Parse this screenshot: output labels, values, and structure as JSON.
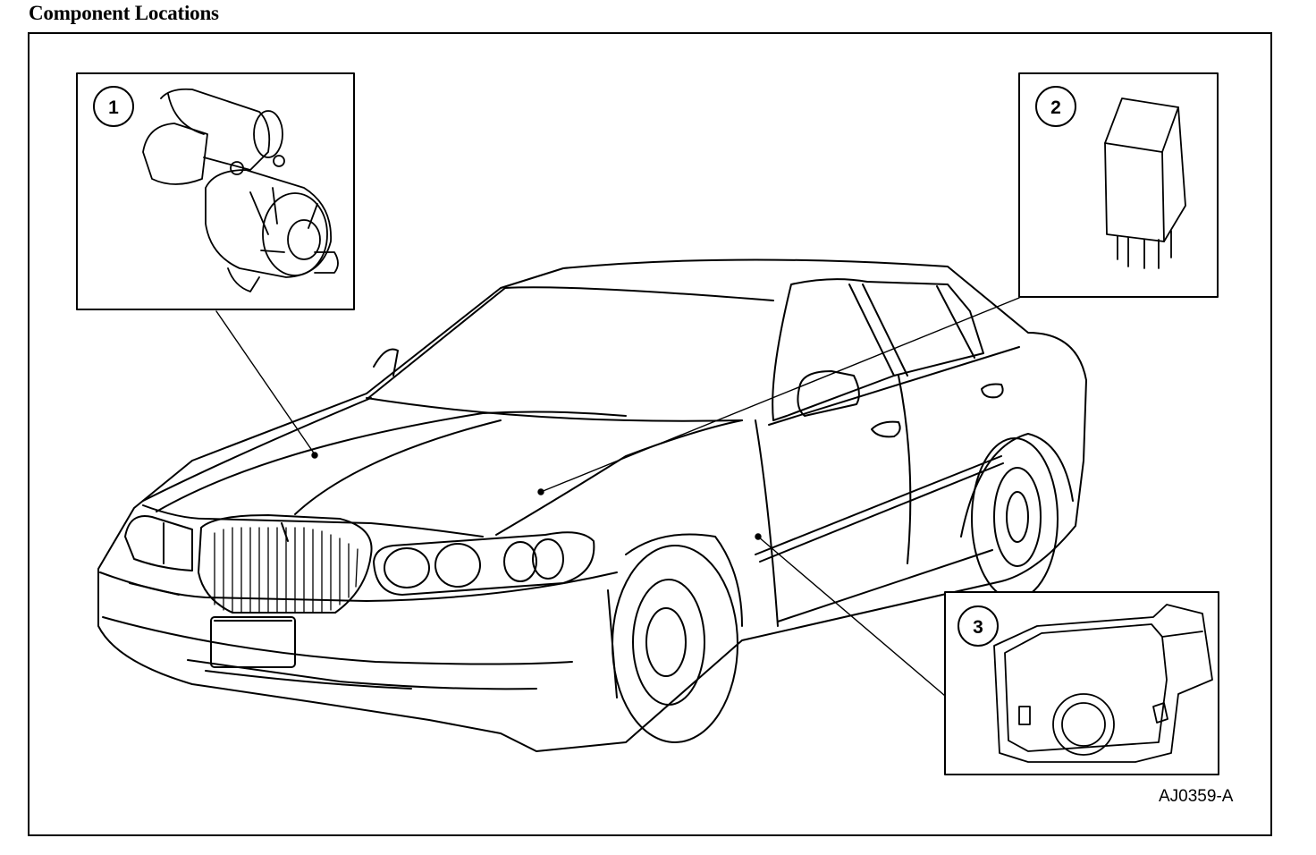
{
  "page": {
    "title": "Component Locations",
    "figure_id": "AJ0359-A"
  },
  "callouts": [
    {
      "number": "1",
      "component": "starter-motor"
    },
    {
      "number": "2",
      "component": "relay"
    },
    {
      "number": "3",
      "component": "switch"
    }
  ]
}
